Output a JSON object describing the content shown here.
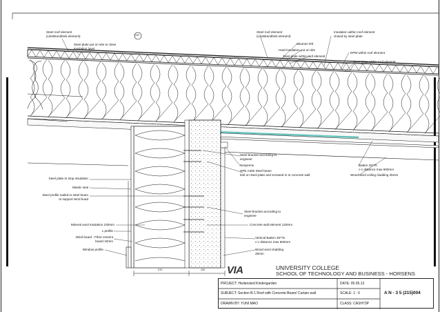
{
  "labels": {
    "steel_roof_left": "Steel roof element\n(LikeBrandDek element)",
    "steel_plate_close": "Steel plate put on site to close\ninsulation layer",
    "ref_mark": "C40",
    "steel_roof_right": "Steel roof element\n(LikeBrandDek element)",
    "bitumen": "Bitumen felt",
    "hard_insulation": "Hard insulation put on site",
    "steel_plate_within": "Steel plate within roof element",
    "insulation_within": "Insulation within roof element\nclosed by steel plate",
    "dpm": "DPM within roof element",
    "steel_plate_within2": "Steel plate within roof element",
    "steel_bracket_top": "Steel bracket according to\nengineer",
    "neoprene": "Neoprene",
    "hpe_beam": "HPE A300 Steel beam\nbolt on steel plate and screwed in to concrete wall",
    "batten_top": "Batten 25*75\nc-c distance max 600mm",
    "wood_ceiling": "Wood wool ceiling cladding 25mm",
    "steel_plate_stop": "Steel plate to stop insulation",
    "mastic": "Mastic seal",
    "steel_profile": "Steel profile nailed to steel beam\nto support wind boad",
    "steel_bracket_bottom": "Steel bracket according to\nengineer",
    "mineral_wool": "Mineral wool insulation 240mm",
    "l_profile": "L profile",
    "concrete_wall": "Concrete wall element 120mm",
    "wind_board": "Wind board - Fibre cement\nboard 10mm",
    "vertical_batten": "Vertical Batten 25*75\nc-c distance max 600mm",
    "window_profile": "Window profile",
    "wood_wool": "Wood wool cladding\n25mm",
    "dim_left": "270",
    "dim_right": "120"
  },
  "brand": {
    "logo": "VIA",
    "college": "UNIVERSITY COLLEGE",
    "school": "SCHOOL OF TECHNOLOGY AND BUSINESS - HORSENS"
  },
  "title_block": {
    "project": "PROJECT: Hedensted Kindergarden",
    "subject": "SUBJECT: Section B-1 Roof with Concrete Beam/ Curtain wall",
    "drawn_by": "DRAWN BY: YUNI MAO",
    "date": "DATE: 05.05.13",
    "scale": "SCALE: 1 : 5",
    "class": "CLASS: CASH73P",
    "drawing_no": "A N - 3 5 (215)004"
  }
}
